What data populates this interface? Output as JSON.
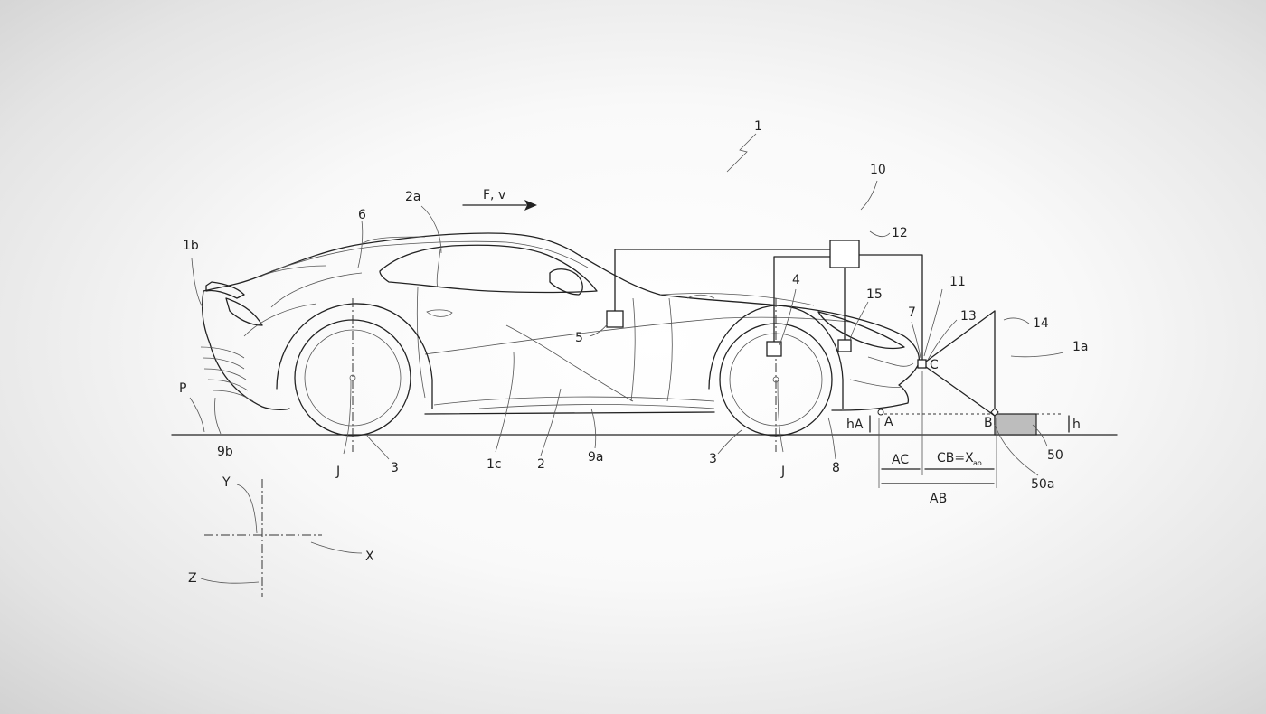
{
  "labels": {
    "vehicle": "1",
    "vehicle_rear": "1b",
    "vehicle_front": "1a",
    "vehicle_side": "1c",
    "body": "2",
    "roof": "2a",
    "wheel_rear": "3",
    "wheel_front": "3",
    "hub_rear": "J",
    "hub_front": "J",
    "sensor_4": "4",
    "unit_5": "5",
    "cabin": "6",
    "front_nose": "7",
    "front_spoiler": "8",
    "underbody": "9a",
    "rear_diffuser": "9b",
    "system": "10",
    "sensor_11": "11",
    "control_unit": "12",
    "emitter_13": "13",
    "beam_14": "14",
    "sensor_15": "15",
    "obstacle": "50",
    "obstacle_edge": "50a",
    "ground": "P",
    "direction": "F, v",
    "point_a": "A",
    "point_b": "B",
    "point_c": "C",
    "height_a": "hA",
    "height_obstacle": "h",
    "dist_ac": "AC",
    "dist_cb": "CB=X",
    "dist_cb_sub": "ao",
    "dist_ab": "AB",
    "axis_x": "X",
    "axis_y": "Y",
    "axis_z": "Z"
  },
  "colors": {
    "line": "#222222",
    "obstacle_fill": "#bdbdbd"
  }
}
